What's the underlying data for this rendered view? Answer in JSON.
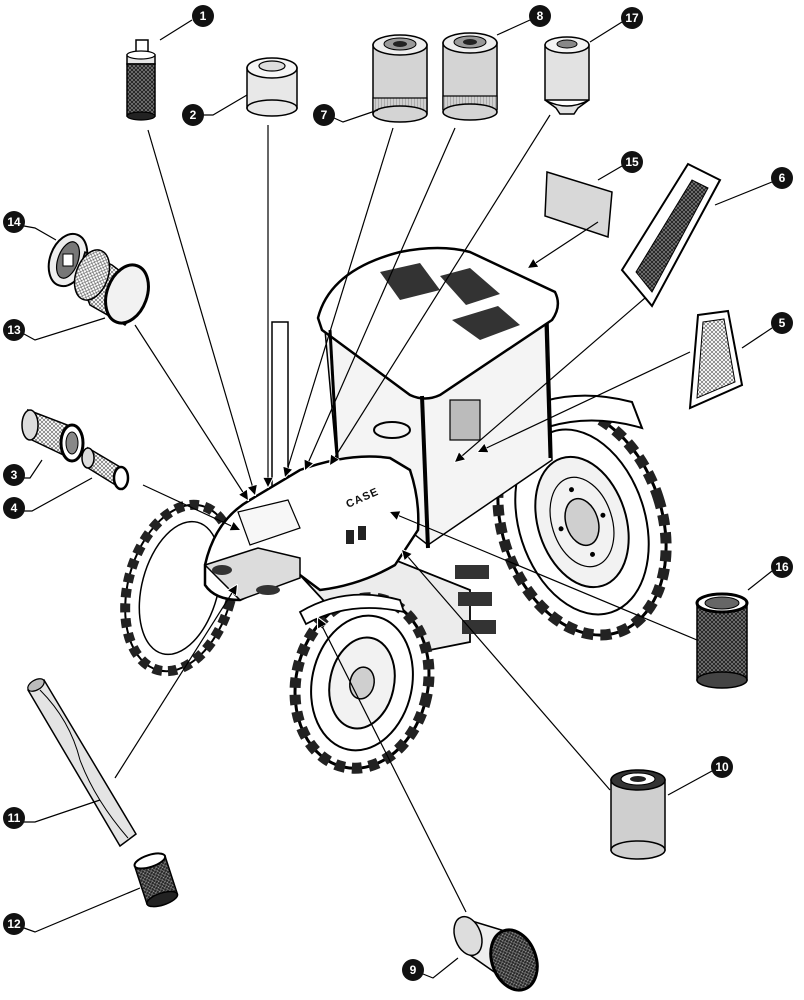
{
  "callouts": [
    "1",
    "2",
    "3",
    "4",
    "5",
    "6",
    "7",
    "8",
    "9",
    "10",
    "11",
    "12",
    "13",
    "14",
    "15",
    "16",
    "17"
  ],
  "hood_logo": "CASE"
}
